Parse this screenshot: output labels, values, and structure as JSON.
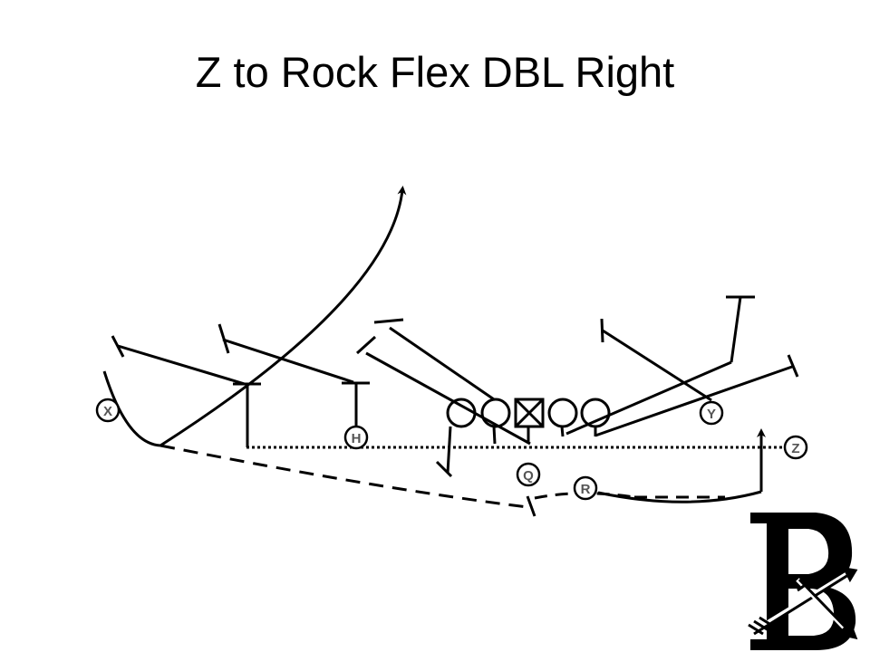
{
  "title": "Z to Rock Flex DBL Right",
  "colors": {
    "ink": "#000000",
    "label": "#555555",
    "circle_fill": "#ffffff"
  },
  "players": [
    {
      "id": "x",
      "label": "X"
    },
    {
      "id": "h",
      "label": "H"
    },
    {
      "id": "q",
      "label": "Q"
    },
    {
      "id": "r",
      "label": "R"
    },
    {
      "id": "y",
      "label": "Y"
    },
    {
      "id": "z",
      "label": "Z"
    }
  ],
  "logo": {
    "text": "B",
    "icon": "arrow-icon"
  }
}
